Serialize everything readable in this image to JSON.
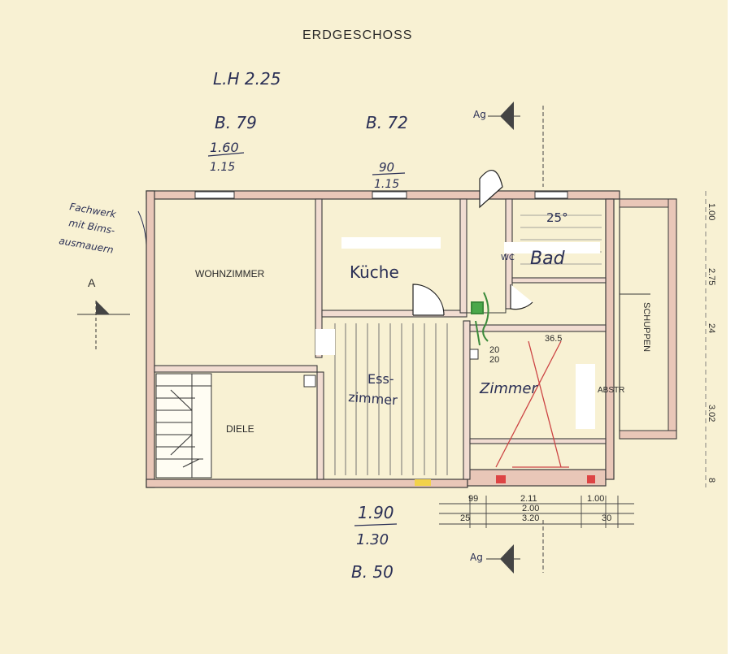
{
  "drawing": {
    "title": "ERDGESCHOSS",
    "room_height_note": "L.H 2.25",
    "top_left_notes": [
      "B. 79",
      "1.60",
      "1.15"
    ],
    "top_mid_notes": [
      "B. 72"
    ],
    "window_note_top": [
      "90",
      "1.15"
    ],
    "bottom_notes": [
      "1.90",
      "1.30",
      "B. 50"
    ],
    "left_annotation": [
      "Fachwerk",
      "mit Bims-",
      "ausmauern"
    ],
    "section_marker": "A",
    "section_marker_right": "Ag",
    "angle_note": "25°"
  },
  "rooms": {
    "wohnzimmer": "WOHNZIMMER",
    "kueche": "Küche",
    "bad": "Bad",
    "wc": "WC",
    "esszimmer_1": "Ess-",
    "esszimmer_2": "zimmer",
    "zimmer": "Zimmer",
    "diele": "DIELE",
    "schuppen": "SCHUPPEN",
    "abstell": "ABSTR"
  },
  "dimensions": {
    "zimmer_top": "36.5",
    "zimmer_small_1": "20",
    "zimmer_small_2": "20",
    "bottom_row_1": [
      "99",
      "2.11",
      "1.00"
    ],
    "bottom_row_2": [
      "2.00"
    ],
    "bottom_row_3": [
      "25",
      "3.20",
      "30"
    ],
    "right_side": [
      "1.00",
      "2.75",
      "24",
      "3.02",
      "8"
    ]
  }
}
